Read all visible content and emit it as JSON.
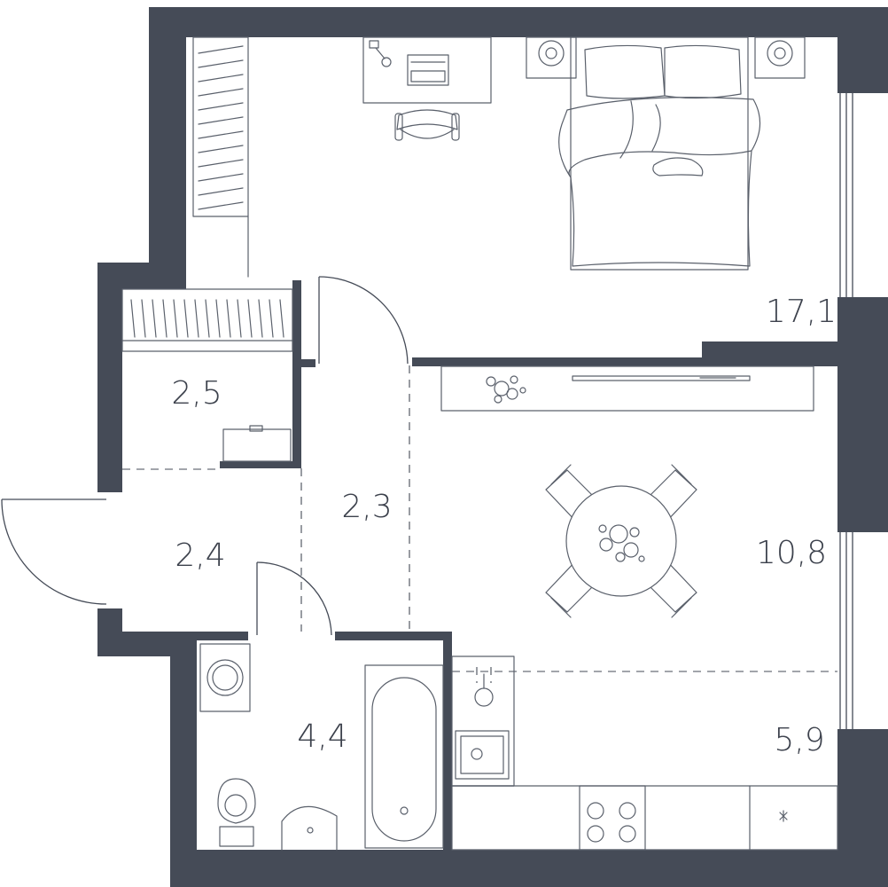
{
  "colors": {
    "wall": "#454b57",
    "line": "#454b57",
    "furniture": "#5a606b",
    "label": "#3c414c"
  },
  "rooms": [
    {
      "id": "bedroom",
      "area": "17,1"
    },
    {
      "id": "closet",
      "area": "2,5"
    },
    {
      "id": "corridor",
      "area": "2,3"
    },
    {
      "id": "hall",
      "area": "2,4"
    },
    {
      "id": "living",
      "area": "10,8"
    },
    {
      "id": "bathroom",
      "area": "4,4"
    },
    {
      "id": "kitchen",
      "area": "5,9"
    }
  ]
}
